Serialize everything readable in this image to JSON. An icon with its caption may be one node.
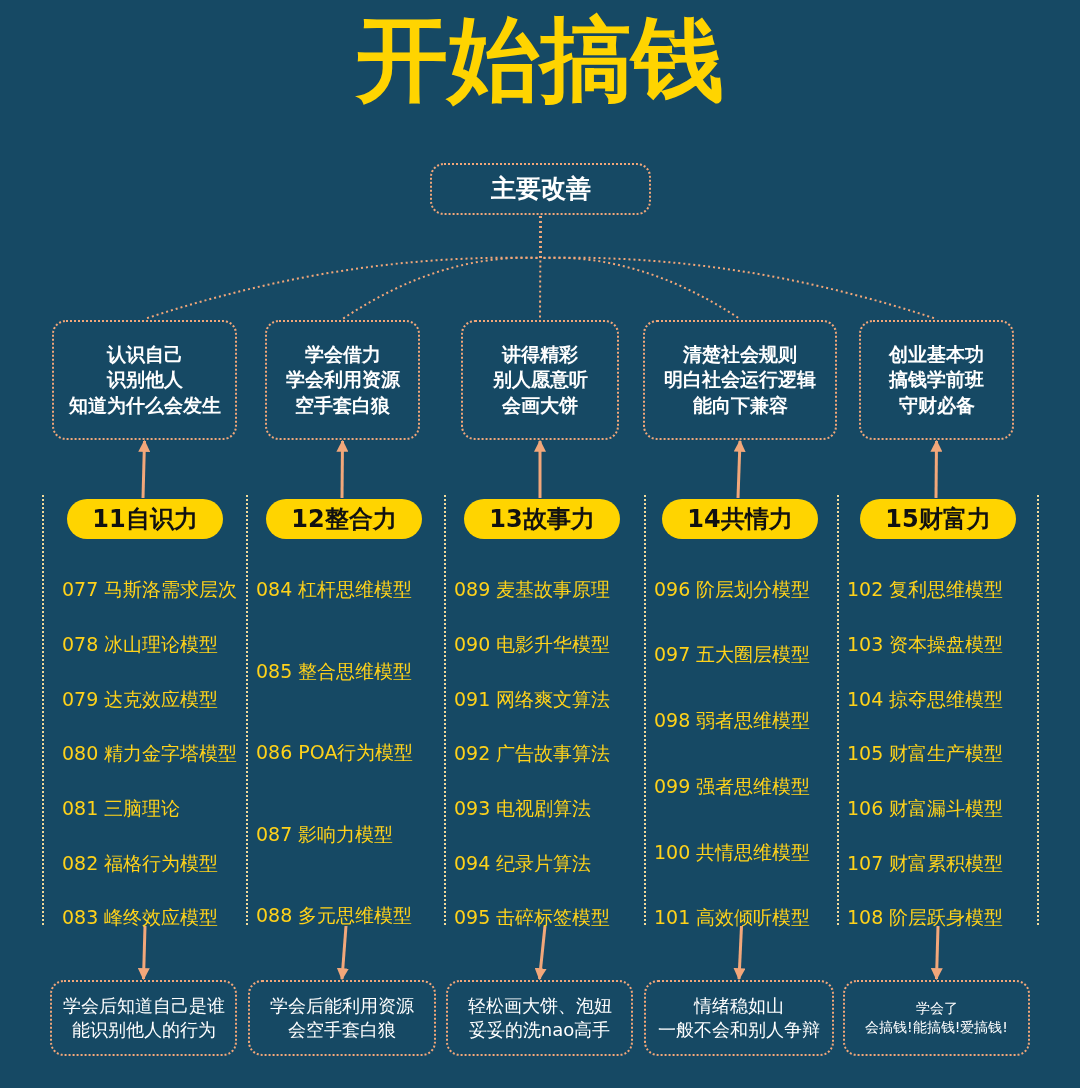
{
  "diagram": {
    "title": "开始搞钱",
    "nodes": [
      {
        "text": [
          "主要改善"
        ]
      },
      {
        "text": [
          "认识自己",
          "识别他人",
          "知道为什么会发生"
        ]
      },
      {
        "text": [
          "学会借力",
          "学会利用资源",
          "空手套白狼"
        ]
      },
      {
        "text": [
          "讲得精彩",
          "别人愿意听",
          "会画大饼"
        ]
      },
      {
        "text": [
          "清楚社会规则",
          "明白社会运行逻辑",
          "能向下兼容"
        ]
      },
      {
        "text": [
          "创业基本功",
          "搞钱学前班",
          "守财必备"
        ]
      },
      {
        "text": [
          "077 马斯洛需求层次",
          "078 冰山理论模型",
          "079 达克效应模型",
          "080 精力金字塔模型",
          "081 三脑理论",
          "082 福格行为模型",
          "083 峰终效应模型"
        ]
      },
      {
        "text": [
          "11自识力"
        ],
        "in": 6
      },
      {
        "text": [
          "084 杠杆思维模型",
          "085 整合思维模型",
          "086 POA行为模型",
          "087 影响力模型",
          "088 多元思维模型"
        ]
      },
      {
        "text": [
          "12整合力"
        ],
        "in": 8
      },
      {
        "text": [
          "089 麦基故事原理",
          "090 电影升华模型",
          "091 网络爽文算法",
          "092 广告故事算法",
          "093 电视剧算法",
          "094 纪录片算法",
          "095 击碎标签模型"
        ]
      },
      {
        "text": [
          "13故事力"
        ],
        "in": 10
      },
      {
        "text": [
          "096 阶层划分模型",
          "097 五大圈层模型",
          "098 弱者思维模型",
          "099 强者思维模型",
          "100 共情思维模型",
          "101 高效倾听模型"
        ]
      },
      {
        "text": [
          "14共情力"
        ],
        "in": 12
      },
      {
        "text": [
          "102 复利思维模型",
          "103 资本操盘模型",
          "104 掠夺思维模型",
          "105 财富生产模型",
          "106 财富漏斗模型",
          "107 财富累积模型",
          "108 阶层跃身模型"
        ]
      },
      {
        "text": [
          "15财富力"
        ],
        "in": 14
      },
      {
        "text": [
          "学会后知道自己是谁",
          "能识别他人的行为"
        ]
      },
      {
        "text": [
          "学会后能利用资源",
          "会空手套白狼"
        ]
      },
      {
        "text": [
          "轻松画大饼、泡妞",
          "妥妥的洗nao高手"
        ]
      },
      {
        "text": [
          "情绪稳如山",
          "一般不会和别人争辩"
        ]
      },
      {
        "text": [
          "学会了",
          "会搞钱!能搞钱!爱搞钱!"
        ]
      }
    ],
    "edges": [
      {
        "from": 0,
        "to": 1,
        "arrow": "none",
        "style": "dashed"
      },
      {
        "from": 0,
        "to": 2,
        "arrow": "none",
        "style": "dashed"
      },
      {
        "from": 0,
        "to": 3,
        "arrow": "none",
        "style": "dashed"
      },
      {
        "from": 0,
        "to": 4,
        "arrow": "none",
        "style": "dashed"
      },
      {
        "from": 0,
        "to": 5,
        "arrow": "none",
        "style": "dashed"
      },
      {
        "from": 7,
        "to": 1,
        "arrow": "to"
      },
      {
        "from": 9,
        "to": 2,
        "arrow": "to"
      },
      {
        "from": 11,
        "to": 3,
        "arrow": "to"
      },
      {
        "from": 13,
        "to": 4,
        "arrow": "to"
      },
      {
        "from": 15,
        "to": 5,
        "arrow": "to"
      },
      {
        "from": 6,
        "to": 16,
        "arrow": "to"
      },
      {
        "from": 8,
        "to": 17,
        "arrow": "to"
      },
      {
        "from": 10,
        "to": 18,
        "arrow": "to"
      },
      {
        "from": 12,
        "to": 19,
        "arrow": "to"
      },
      {
        "from": 14,
        "to": 20,
        "arrow": "to"
      }
    ]
  }
}
